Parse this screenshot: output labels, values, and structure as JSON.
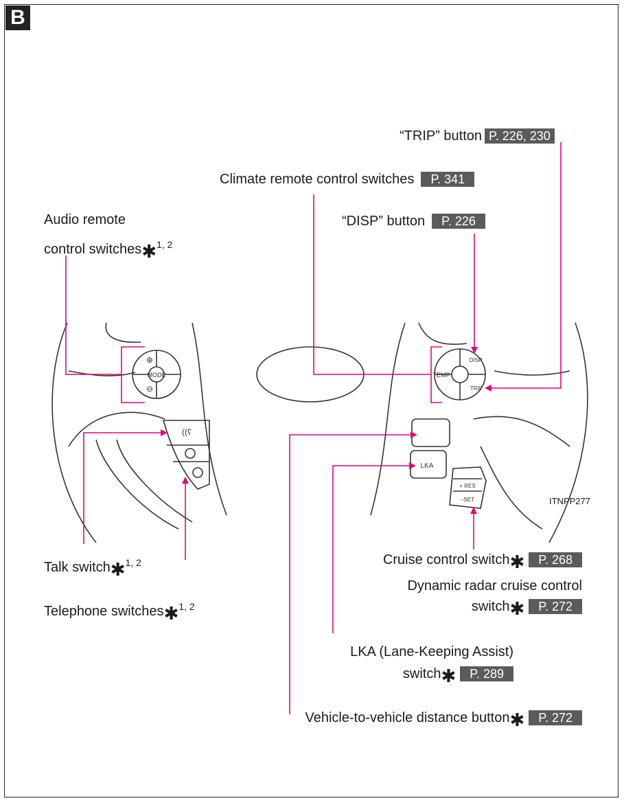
{
  "section_badge": "B",
  "figure_code": "ITNPP277",
  "callouts": {
    "trip": {
      "label": "“TRIP” button",
      "page": "P. 226, 230"
    },
    "climate": {
      "label": "Climate remote control switches",
      "page": "P. 341"
    },
    "disp": {
      "label": "“DISP” button",
      "page": "P. 226"
    },
    "audio": {
      "line1": "Audio remote",
      "line2": "control switches",
      "marker": "✱",
      "note": "1, 2"
    },
    "talk": {
      "label": "Talk switch",
      "marker": "✱",
      "note": "1, 2"
    },
    "telephone": {
      "label": "Telephone switches",
      "marker": "✱",
      "note": "1, 2"
    },
    "cruise": {
      "label": "Cruise control switch",
      "marker": "✱",
      "page": "P. 268"
    },
    "radar": {
      "line1": "Dynamic radar cruise control",
      "line2": "switch",
      "marker": "✱",
      "page": "P. 272"
    },
    "lka": {
      "line1": "LKA (Lane-Keeping Assist)",
      "line2": "switch",
      "marker": "✱",
      "page": "P. 289"
    },
    "distance": {
      "label": "Vehicle-to-vehicle distance button",
      "marker": "✱",
      "page": "P. 272"
    }
  },
  "switch_labels": {
    "mode": "MODE",
    "temp": "TEMP",
    "disp": "DISP",
    "trip": "TRIP",
    "lka": "LKA",
    "res": "+ RES",
    "set": "–SET"
  },
  "colors": {
    "leader": "#e6007e",
    "page_ref": "#5b5b5b"
  }
}
